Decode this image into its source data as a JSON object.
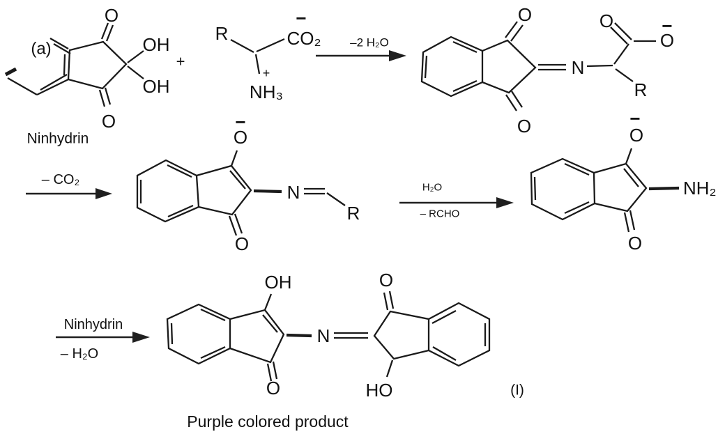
{
  "figure": {
    "panel_label": "(a)",
    "reactant_name": "Ninhydrin",
    "product_label": "(I)",
    "caption": "Purple colored product",
    "atoms": {
      "O": "O",
      "OH": "OH",
      "HO": "HO",
      "N": "N",
      "R": "R",
      "NH3": "NH₃",
      "NH2": "NH₂",
      "CO2": "CO₂",
      "plus": "+",
      "minus": "−"
    },
    "arrows": {
      "a1": {
        "top": "–2 H₂O"
      },
      "a2": {
        "top": "– CO₂"
      },
      "a3": {
        "top": "H₂O",
        "bottom": "– RCHO"
      },
      "a4": {
        "top": "Ninhydrin",
        "bottom": "– H₂O"
      }
    }
  }
}
